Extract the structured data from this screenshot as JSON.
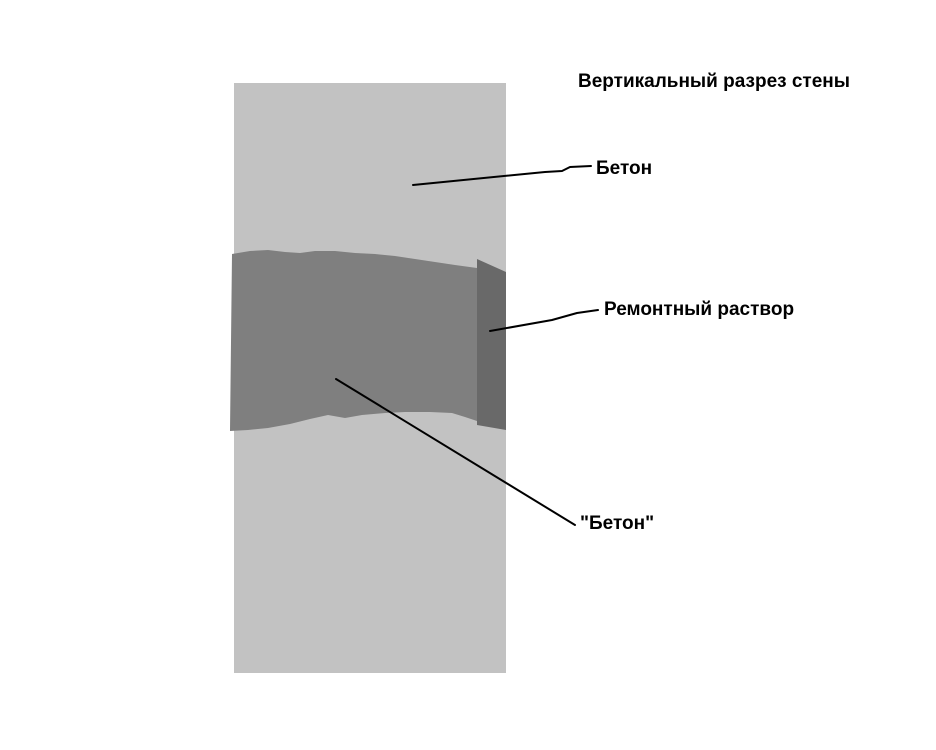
{
  "diagram": {
    "title": "Вертикальный разрез стены",
    "labels": {
      "concrete": "Бетон",
      "repair_mortar": "Ремонтный раствор",
      "damaged_concrete": "\"Бетон\""
    },
    "colors": {
      "background": "#ffffff",
      "wall": "#c2c2c2",
      "damaged_zone": "#7f7f7f",
      "repair_strip": "#696969",
      "leader_line": "#000000",
      "text": "#000000"
    }
  }
}
